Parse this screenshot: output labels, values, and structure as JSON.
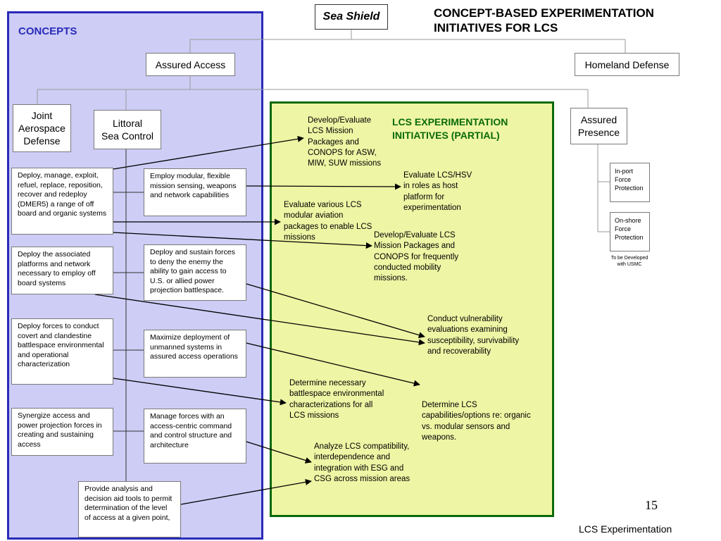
{
  "title": "CONCEPT-BASED EXPERIMENTATION\nINITIATIVES FOR LCS",
  "root": "Sea Shield",
  "concepts_label": "CONCEPTS",
  "branches": {
    "assured_access": "Assured Access",
    "homeland_defense": "Homeland Defense",
    "assured_presence": "Assured\nPresence",
    "joint_aerospace_defense": "Joint\nAerospace\nDefense",
    "littoral_sea_control": "Littoral\nSea Control"
  },
  "presence_items": [
    "In-port Force Protection",
    "On-shore Force Protection"
  ],
  "presence_note": "To be Developed\nwith USMC",
  "concept_items": [
    "Deploy, manage, exploit, refuel, replace, reposition, recover and redeploy (DMER5)  a range of off board and organic systems",
    "Deploy the associated platforms and network necessary to employ off board systems",
    "Deploy forces to conduct covert and clandestine battlespace environmental and operational characterization",
    "Synergize access and power projection forces in creating and sustaining access",
    "Provide analysis and decision aid tools to permit determination of the level of access at a given point,"
  ],
  "sub_items": [
    "Employ modular, flexible mission sensing, weapons and network capabilities",
    "Deploy and sustain forces to deny the enemy the ability to gain access to U.S. or allied power projection battlespace.",
    "Maximize deployment of unmanned systems in assured access operations",
    "Manage forces with an access-centric command and control structure and architecture"
  ],
  "lcs_title": "LCS EXPERIMENTATION\nINITIATIVES (PARTIAL)",
  "initiatives": [
    "Develop/Evaluate LCS Mission Packages and CONOPS for ASW, MIW, SUW missions",
    "Evaluate LCS/HSV in roles as host platform for experimentation",
    "Evaluate various LCS modular aviation packages to enable LCS missions",
    "Develop/Evaluate LCS Mission Packages and CONOPS for frequently conducted mobility missions.",
    "Conduct vulnerability evaluations examining susceptibility, survivability and recoverability",
    "Determine necessary battlespace environmental characterizations for all LCS missions",
    "Determine LCS capabilities/options re: organic vs. modular sensors and weapons.",
    "Analyze LCS compatibility, interdependence and integration with ESG and CSG across mission areas"
  ],
  "page_number": "15",
  "footer": "LCS Experimentation",
  "colors": {
    "concepts_bg": "#cdcdf6",
    "concepts_border": "#2a2ab8",
    "lcs_bg": "#eef5a4",
    "lcs_border": "#0a6a0a"
  }
}
